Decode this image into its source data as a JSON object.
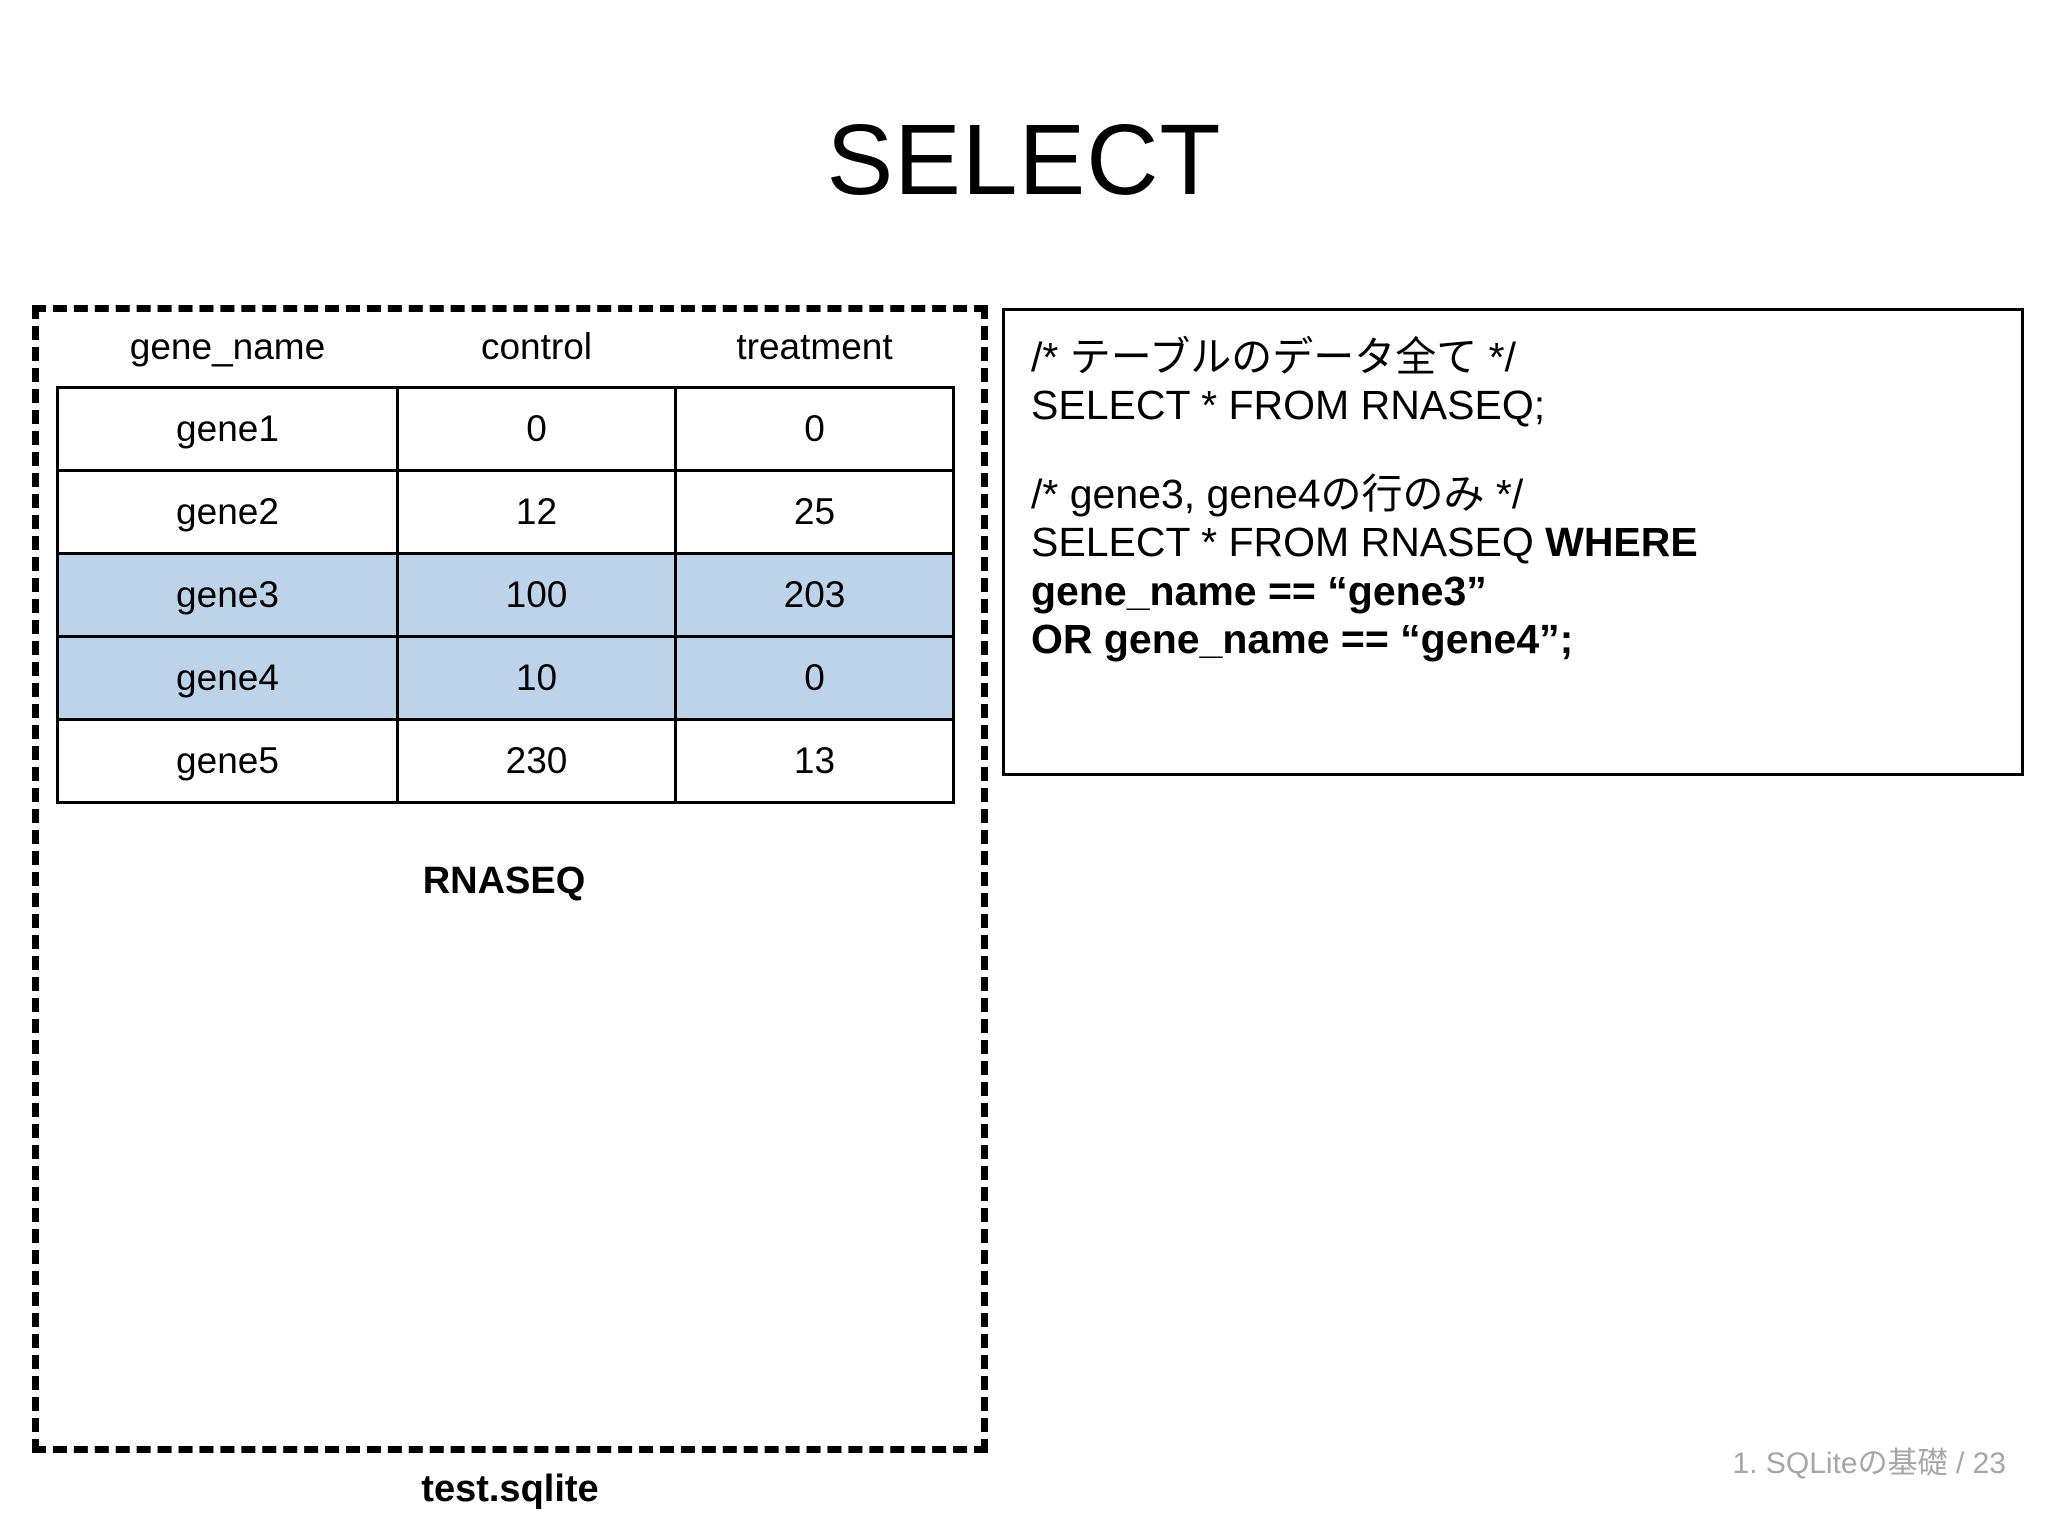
{
  "slide": {
    "title": "SELECT",
    "footer": "1. SQLiteの基礎 / 23"
  },
  "database": {
    "file_label": "test.sqlite",
    "table_caption": "RNASEQ"
  },
  "table": {
    "columns": [
      "gene_name",
      "control",
      "treatment"
    ],
    "rows": [
      {
        "gene_name": "gene1",
        "control": "0",
        "treatment": "0",
        "highlighted": false
      },
      {
        "gene_name": "gene2",
        "control": "12",
        "treatment": "25",
        "highlighted": false
      },
      {
        "gene_name": "gene3",
        "control": "100",
        "treatment": "203",
        "highlighted": true
      },
      {
        "gene_name": "gene4",
        "control": "10",
        "treatment": "0",
        "highlighted": true
      },
      {
        "gene_name": "gene5",
        "control": "230",
        "treatment": "13",
        "highlighted": false
      }
    ],
    "highlight_color": "#bdd3ea"
  },
  "sql": {
    "line1": "/* テーブルのデータ全て */",
    "line2": "SELECT * FROM RNASEQ;",
    "line3": "/* gene3, gene4の行のみ */",
    "line4_plain": "SELECT * FROM RNASEQ ",
    "line4_bold": "WHERE",
    "line5": "gene_name == “gene3”",
    "line6": "OR gene_name == “gene4”;"
  }
}
